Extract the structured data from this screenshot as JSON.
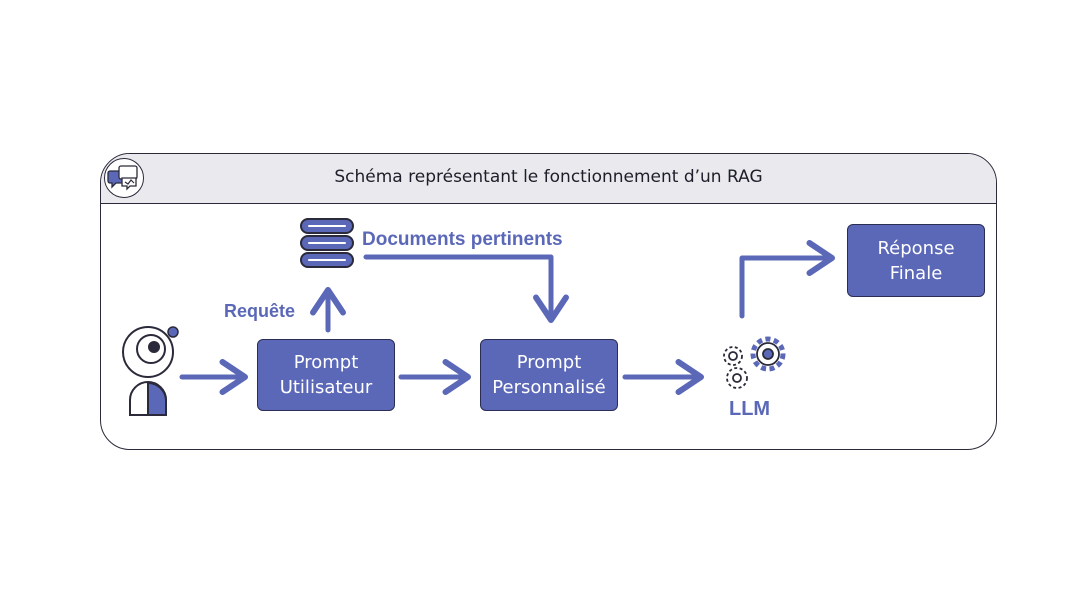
{
  "header": {
    "title": "Schéma représentant le fonctionnement d’un RAG"
  },
  "nodes": {
    "prompt_user": {
      "line1": "Prompt",
      "line2": "Utilisateur"
    },
    "prompt_custom": {
      "line1": "Prompt",
      "line2": "Personnalisé"
    },
    "final_answer": {
      "line1": "Réponse",
      "line2": "Finale"
    }
  },
  "edges": {
    "query": "Requête",
    "documents": "Documents pertinents",
    "llm": "LLM"
  },
  "icons": [
    "chat-bubbles-icon",
    "user-icon",
    "database-icon",
    "gears-icon"
  ],
  "colors": {
    "accent": "#5b68b8",
    "outline": "#2a2a3a",
    "header_bg": "#e9e9ee"
  }
}
